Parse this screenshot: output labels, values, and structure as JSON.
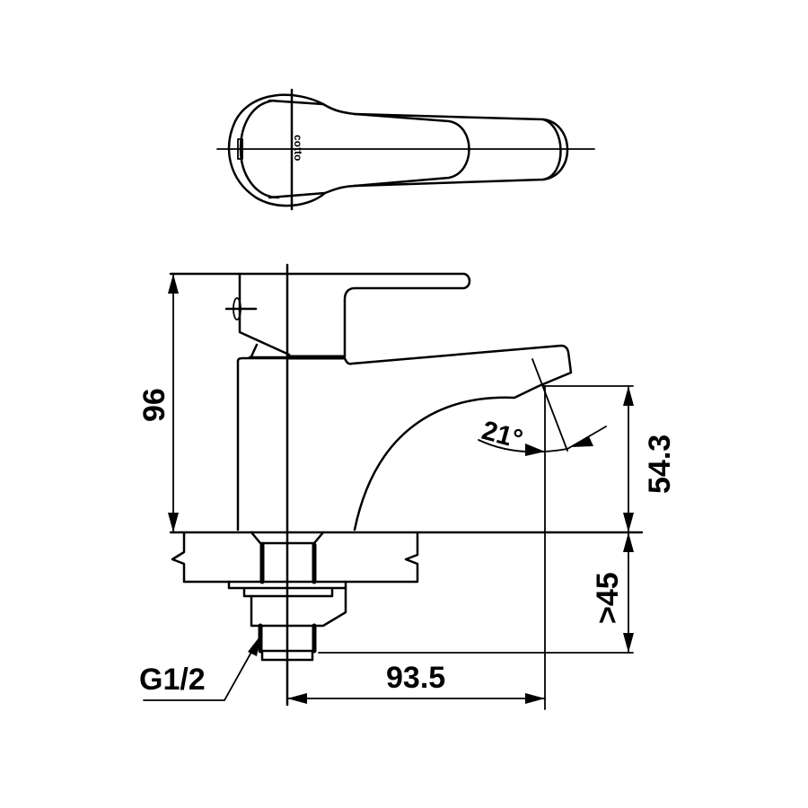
{
  "drawing": {
    "logo_text": "cotto",
    "dimensions": {
      "height": "96",
      "spout_height": "54.3",
      "counter_thickness": ">45",
      "spout_reach": "93.5",
      "thread": "G1/2",
      "spout_angle": "21°"
    }
  },
  "colors": {
    "line": "#000000",
    "background": "#ffffff"
  }
}
